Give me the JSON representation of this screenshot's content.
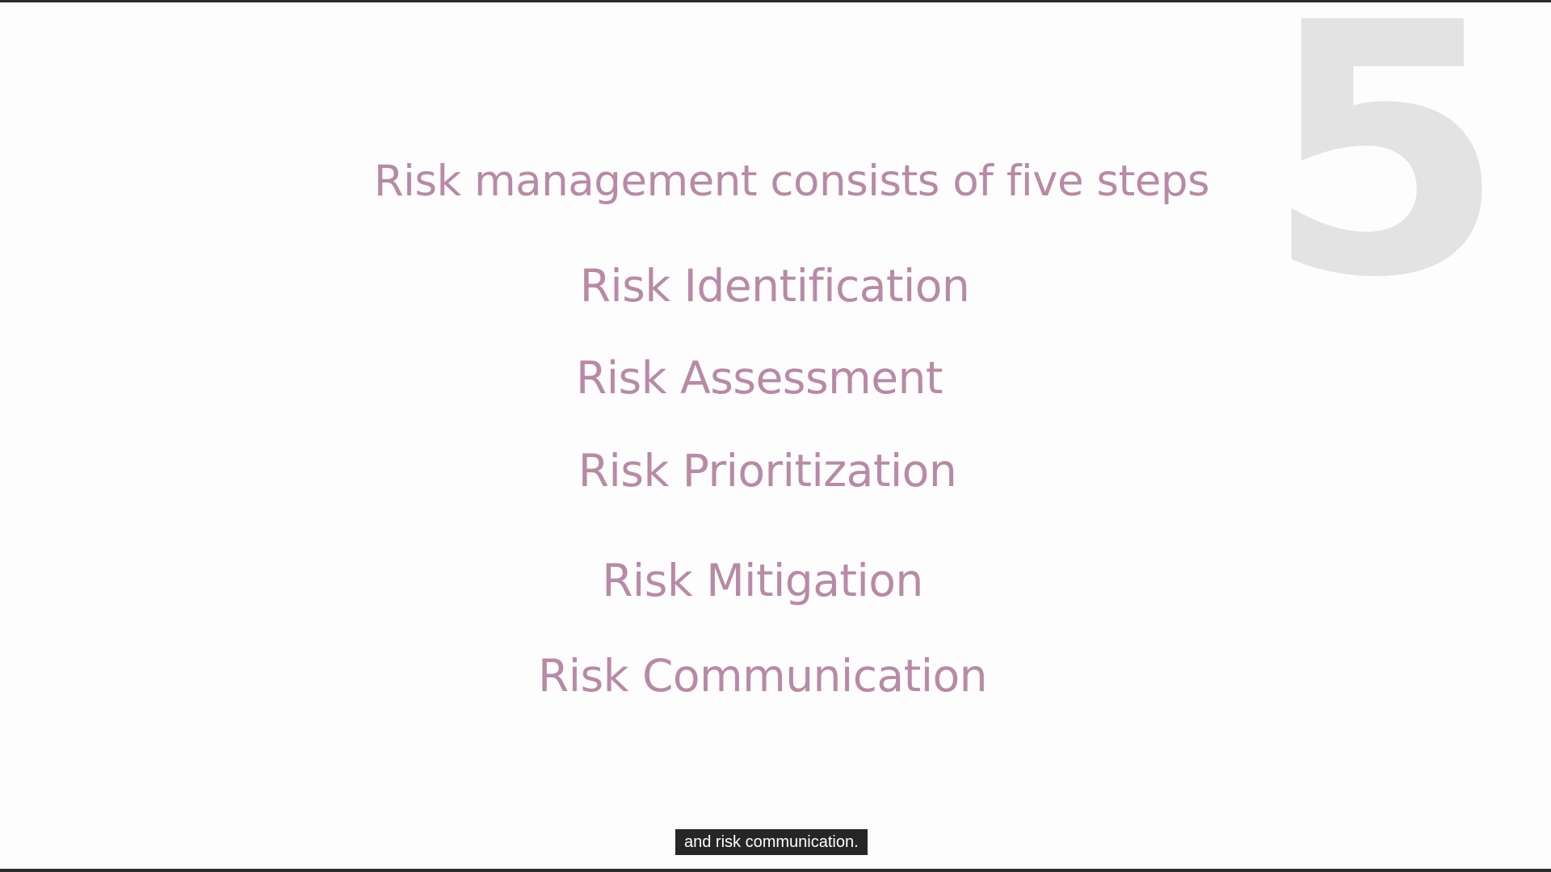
{
  "slide": {
    "step_count": "5",
    "title": "Risk management consists of five steps",
    "steps": [
      "Risk Identification",
      "Risk Assessment",
      "Risk Prioritization",
      "Risk Mitigation",
      "Risk Communication"
    ]
  },
  "caption": {
    "text": "and risk communication."
  },
  "colors": {
    "text": "#b88aa6",
    "big_number": "#e4e3e3",
    "caption_bg": "#262626",
    "caption_text": "#ffffff",
    "frame_border": "#2b2b2b"
  }
}
